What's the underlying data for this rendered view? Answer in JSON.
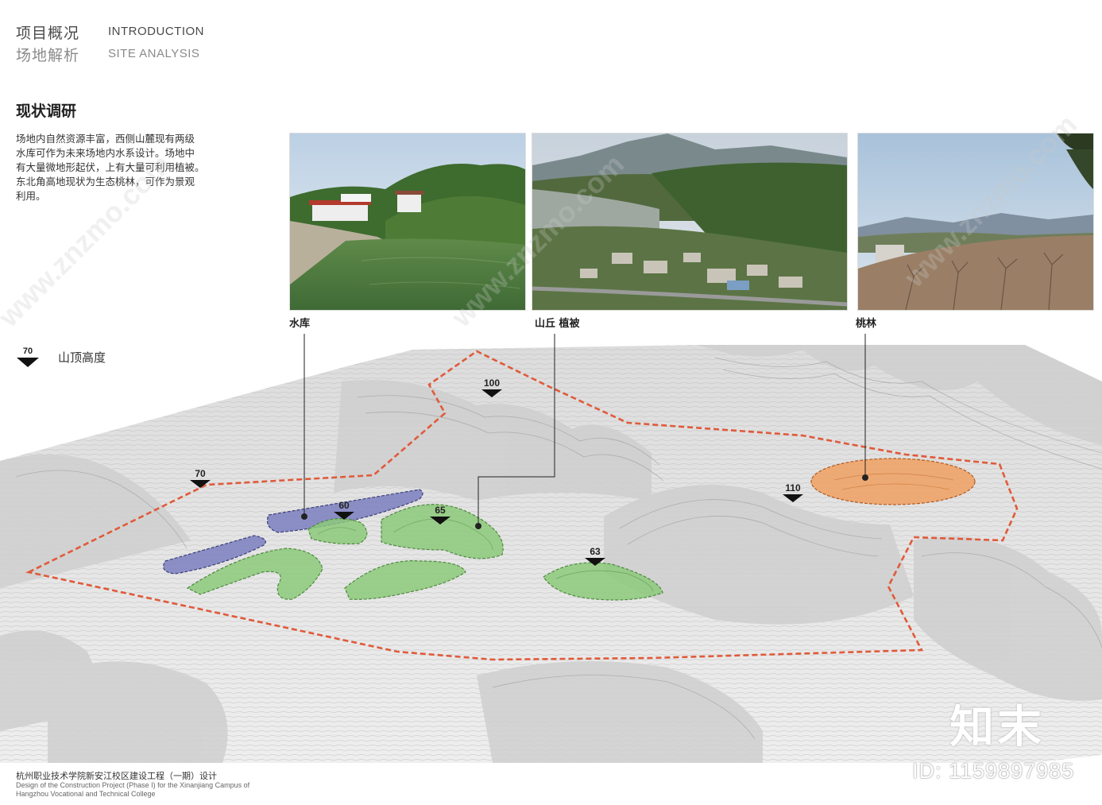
{
  "header": {
    "title_cn_1": "项目概况",
    "title_en_1": "INTRODUCTION",
    "title_cn_2": "场地解析",
    "title_en_2": "SITE ANALYSIS"
  },
  "section": {
    "title": "现状调研",
    "body_lines": [
      "场地内自然资源丰富，西侧山麓现有两级",
      "水库可作为未来场地内水系设计。场地中",
      "有大量微地形起伏，上有大量可利用植被。",
      "东北角高地现状为生态桃林，可作为景观",
      "利用。"
    ]
  },
  "photos": [
    {
      "label": "水库"
    },
    {
      "label": "山丘 植被"
    },
    {
      "label": "桃林"
    }
  ],
  "legend": {
    "value": "70",
    "label": "山顶高度"
  },
  "peaks": [
    {
      "value": "100"
    },
    {
      "value": "70"
    },
    {
      "value": "60"
    },
    {
      "value": "65"
    },
    {
      "value": "63"
    },
    {
      "value": "110"
    }
  ],
  "colors": {
    "boundary": "#e05a3a",
    "water": "#7b7fc0",
    "vegetation": "#8cc97a",
    "peach_orchard": "#f0a060"
  },
  "footer": {
    "title_cn": "杭州职业技术学院新安江校区建设工程（一期）设计",
    "title_en_1": "Design of the Construction Project (Phase I) for the Xinanjiang Campus of",
    "title_en_2": "Hangzhou Vocational and Technical College"
  },
  "watermark": {
    "brand": "知末",
    "id": "ID: 1159897985",
    "site": "www.znzmo.com"
  }
}
